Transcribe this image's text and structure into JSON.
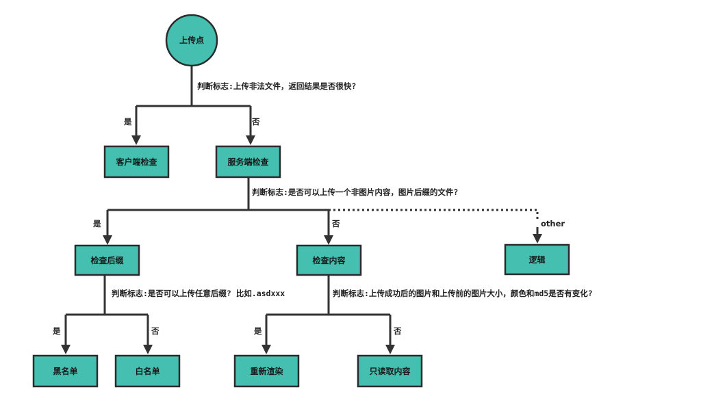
{
  "nodes": {
    "root": "上传点",
    "client_check": "客户端检查",
    "server_check": "服务端检查",
    "check_suffix": "检查后缀",
    "check_content": "检查内容",
    "logic": "逻辑",
    "blacklist": "黑名单",
    "whitelist": "白名单",
    "rerender": "重新渲染",
    "readonly_content": "只读取内容"
  },
  "labels": {
    "q1": "判断标志:上传非法文件，返回结果是否很快?",
    "q2": "判断标志:是否可以上传一个非图片内容，图片后缀的文件?",
    "q3": "判断标志:是否可以上传任意后缀? 比如.asdxxx",
    "q4": "判断标志:上传成功后的图片和上传前的图片大小，颜色和md5是否有变化?"
  },
  "branches": {
    "yes": "是",
    "no": "否",
    "other": "other"
  },
  "colors": {
    "node_fill": "#45c0b0",
    "stroke": "#2b2b2b"
  }
}
